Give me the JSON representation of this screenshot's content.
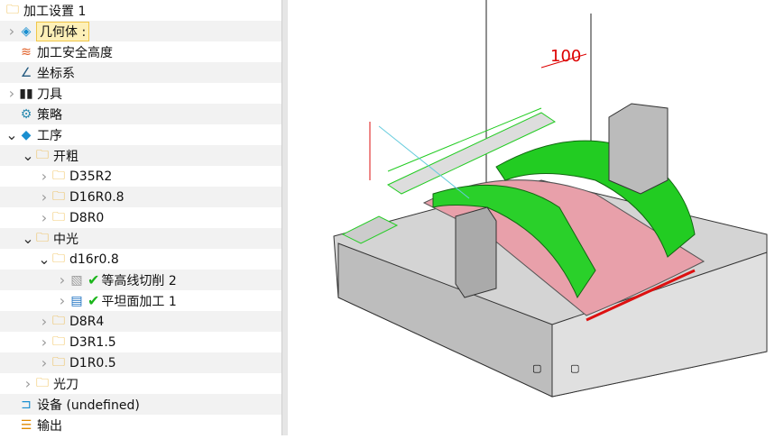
{
  "tree": [
    {
      "label": "加工设置 1",
      "level": 0,
      "icon": "folder-icon",
      "chev": ""
    },
    {
      "label": "几何体 :",
      "level": 1,
      "icon": "geometry-icon",
      "chev": "right",
      "selected": true
    },
    {
      "label": "加工安全高度",
      "level": 1,
      "icon": "layers-icon",
      "chev": ""
    },
    {
      "label": "坐标系",
      "level": 1,
      "icon": "coordinate-system-icon",
      "chev": ""
    },
    {
      "label": "刀具",
      "level": 1,
      "icon": "tools-icon",
      "chev": "right"
    },
    {
      "label": "策略",
      "level": 1,
      "icon": "gears-icon",
      "chev": ""
    },
    {
      "label": "工序",
      "level": 1,
      "icon": "operations-cube-icon",
      "chev": "down"
    },
    {
      "label": "开粗",
      "level": 2,
      "icon": "folder-icon",
      "chev": "down"
    },
    {
      "label": "D35R2",
      "level": 3,
      "icon": "folder-icon",
      "chev": "right"
    },
    {
      "label": "D16R0.8",
      "level": 3,
      "icon": "folder-icon",
      "chev": "right"
    },
    {
      "label": "D8R0",
      "level": 3,
      "icon": "folder-icon",
      "chev": "right"
    },
    {
      "label": "中光",
      "level": 2,
      "icon": "folder-icon",
      "chev": "down"
    },
    {
      "label": "d16r0.8",
      "level": 3,
      "icon": "folder-icon",
      "chev": "down"
    },
    {
      "label": "等高线切削 2",
      "level": 4,
      "icon": "zlevel-op-icon",
      "chev": "right",
      "check": true
    },
    {
      "label": "平坦面加工 1",
      "level": 4,
      "icon": "flat-op-icon",
      "chev": "right",
      "check": true
    },
    {
      "label": "D8R4",
      "level": 3,
      "icon": "folder-icon",
      "chev": "right"
    },
    {
      "label": "D3R1.5",
      "level": 3,
      "icon": "folder-icon",
      "chev": "right"
    },
    {
      "label": "D1R0.5",
      "level": 3,
      "icon": "folder-icon",
      "chev": "right"
    },
    {
      "label": "光刀",
      "level": 2,
      "icon": "folder-icon",
      "chev": "right"
    },
    {
      "label": "设备 (undefined)",
      "level": 1,
      "icon": "machine-icon",
      "chev": ""
    },
    {
      "label": "输出",
      "level": 1,
      "icon": "output-icon",
      "chev": ""
    }
  ],
  "viewport": {
    "dimension_label": "100",
    "colors": {
      "green": "#22cc22",
      "pink": "#e8a0aa",
      "gray": "#c8c8c8",
      "red": "#dd1111"
    }
  }
}
